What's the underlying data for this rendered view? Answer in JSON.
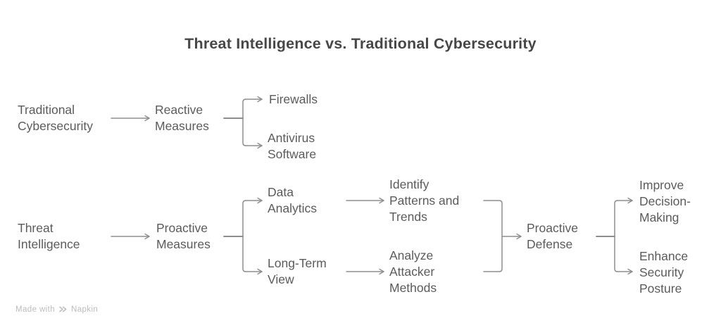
{
  "title": "Threat Intelligence vs. Traditional Cybersecurity",
  "nodes": {
    "traditional_cybersecurity": {
      "label": "Traditional\nCybersecurity"
    },
    "reactive_measures": {
      "label": "Reactive\nMeasures"
    },
    "firewalls": {
      "label": "Firewalls"
    },
    "antivirus_software": {
      "label": "Antivirus\nSoftware"
    },
    "threat_intelligence": {
      "label": "Threat\nIntelligence"
    },
    "proactive_measures": {
      "label": "Proactive\nMeasures"
    },
    "data_analytics": {
      "label": "Data\nAnalytics"
    },
    "long_term_view": {
      "label": "Long-Term\nView"
    },
    "identify_patterns": {
      "label": "Identify\nPatterns and\nTrends"
    },
    "analyze_attacker": {
      "label": "Analyze\nAttacker\nMethods"
    },
    "proactive_defense": {
      "label": "Proactive\nDefense"
    },
    "improve_decision": {
      "label": "Improve\nDecision-\nMaking"
    },
    "enhance_security": {
      "label": "Enhance\nSecurity\nPosture"
    }
  },
  "edges": [
    {
      "from": "Traditional Cybersecurity",
      "to": "Reactive Measures"
    },
    {
      "from": "Reactive Measures",
      "to": "Firewalls"
    },
    {
      "from": "Reactive Measures",
      "to": "Antivirus Software"
    },
    {
      "from": "Threat Intelligence",
      "to": "Proactive Measures"
    },
    {
      "from": "Proactive Measures",
      "to": "Data Analytics"
    },
    {
      "from": "Proactive Measures",
      "to": "Long-Term View"
    },
    {
      "from": "Data Analytics",
      "to": "Identify Patterns and Trends"
    },
    {
      "from": "Long-Term View",
      "to": "Analyze Attacker Methods"
    },
    {
      "from": "Identify Patterns and Trends",
      "to": "Proactive Defense"
    },
    {
      "from": "Analyze Attacker Methods",
      "to": "Proactive Defense"
    },
    {
      "from": "Proactive Defense",
      "to": "Improve Decision-Making"
    },
    {
      "from": "Proactive Defense",
      "to": "Enhance Security Posture"
    }
  ],
  "footer": {
    "made_with": "Made with",
    "brand": "Napkin"
  },
  "colors": {
    "bg": "#ffffff",
    "title": "#474747",
    "node_text": "#5b5b5b",
    "line": "#8d8d8d",
    "footer_text": "#bcbcbc"
  }
}
